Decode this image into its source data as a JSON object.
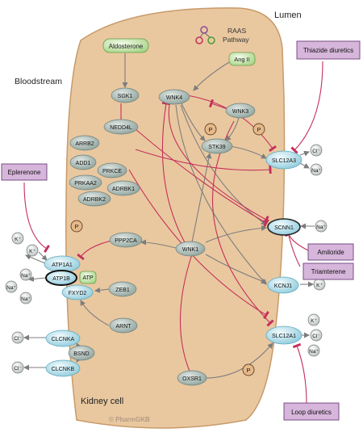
{
  "regions": {
    "lumen": "Lumen",
    "bloodstream": "Bloodstream",
    "kidney_cell": "Kidney cell"
  },
  "legend": {
    "raas_line1": "RAAS",
    "raas_line2": "Pathway"
  },
  "watermark": "© PharmGKB",
  "colors": {
    "cell_fill": "#e9c8a0",
    "cell_stroke": "#c89a6a",
    "grey_node": "#a9b8b3",
    "blue_node": "#c5e6ef",
    "green_node": "#d4ecbc",
    "drug_box": "#d7b6db",
    "inhibit_line": "#c4305a",
    "arrow_line": "#7d7d7d"
  },
  "nodes": {
    "aldosterone": "Aldosterone",
    "ang2": "Ang II",
    "sgk1": "SGK1",
    "wnk4": "WNK4",
    "wnk3": "WNK3",
    "stk39": "STK39",
    "slc12a3": "SLC12A3",
    "arrb2": "ARRB2",
    "nedd4l": "NEDD4L",
    "add1": "ADD1",
    "prkce": "PRKCE",
    "prkaa2": "PRKAA2",
    "adrbk1": "ADRBK1",
    "adrbk2": "ADRBK2",
    "scnn1": "SCNN1",
    "ppp2ca": "PPP2CA",
    "atp1a1": "ATP1A1",
    "atp1b": "ATP1B",
    "atp": "ATP",
    "fxyd2": "FXYD2",
    "zeb1": "ZEB1",
    "wnk1": "WNK1",
    "kcnj1": "KCNJ1",
    "arnt": "ARNT",
    "slc12a1": "SLC12A1",
    "clcnka": "CLCNKA",
    "bsnd": "BSND",
    "clcnkb": "CLCNKB",
    "oxsr1": "OXSR1"
  },
  "phospho": "P",
  "ions": {
    "cl": "Cl⁻",
    "na": "Na⁺",
    "k": "K⁺"
  },
  "drugs": {
    "thiazide": "Thiazide diuretics",
    "eplerenone": "Eplerenone",
    "amiloride": "Amiloride",
    "triamterene": "Triamterene",
    "loop": "Loop diuretics"
  }
}
